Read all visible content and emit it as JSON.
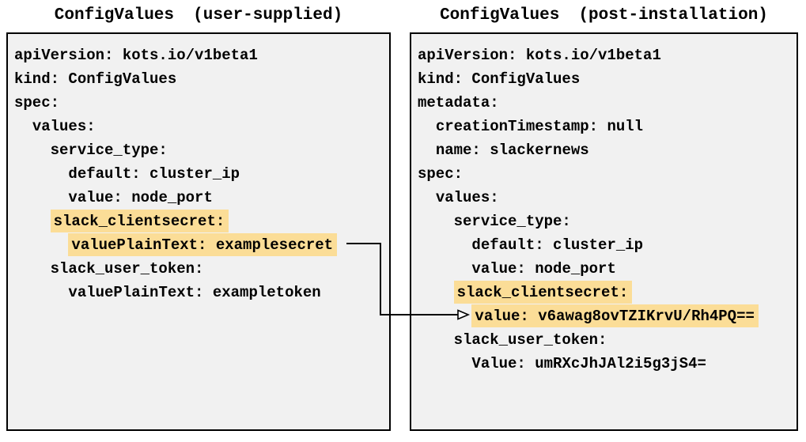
{
  "colors": {
    "highlight": "#fbdd97",
    "panel_bg": "#f1f1f1",
    "panel_border": "#000000",
    "text": "#000000",
    "arrow": "#000000"
  },
  "panels": [
    {
      "id": "user-supplied",
      "title": "ConfigValues (user-supplied)",
      "lines": [
        {
          "indent": "",
          "text": "apiVersion: kots.io/v1beta1",
          "highlighted": false
        },
        {
          "indent": "",
          "text": "kind: ConfigValues",
          "highlighted": false
        },
        {
          "indent": "",
          "text": "spec:",
          "highlighted": false
        },
        {
          "indent": "  ",
          "text": "values:",
          "highlighted": false
        },
        {
          "indent": "    ",
          "text": "service_type:",
          "highlighted": false
        },
        {
          "indent": "      ",
          "text": "default: cluster_ip",
          "highlighted": false
        },
        {
          "indent": "      ",
          "text": "value: node_port",
          "highlighted": false
        },
        {
          "indent": "    ",
          "text": "slack_clientsecret:",
          "highlighted": true
        },
        {
          "indent": "      ",
          "text": "valuePlainText: examplesecret",
          "highlighted": true
        },
        {
          "indent": "    ",
          "text": "slack_user_token:",
          "highlighted": false
        },
        {
          "indent": "      ",
          "text": "valuePlainText: exampletoken",
          "highlighted": false
        }
      ]
    },
    {
      "id": "post-installation",
      "title": "ConfigValues (post-installation)",
      "lines": [
        {
          "indent": "",
          "text": "apiVersion: kots.io/v1beta1",
          "highlighted": false
        },
        {
          "indent": "",
          "text": "kind: ConfigValues",
          "highlighted": false
        },
        {
          "indent": "",
          "text": "metadata:",
          "highlighted": false
        },
        {
          "indent": "  ",
          "text": "creationTimestamp: null",
          "highlighted": false
        },
        {
          "indent": "  ",
          "text": "name: slackernews",
          "highlighted": false
        },
        {
          "indent": "",
          "text": "spec:",
          "highlighted": false
        },
        {
          "indent": "  ",
          "text": "values:",
          "highlighted": false
        },
        {
          "indent": "    ",
          "text": "service_type:",
          "highlighted": false
        },
        {
          "indent": "      ",
          "text": "default: cluster_ip",
          "highlighted": false
        },
        {
          "indent": "      ",
          "text": "value: node_port",
          "highlighted": false
        },
        {
          "indent": "    ",
          "text": "slack_clientsecret:",
          "highlighted": true
        },
        {
          "indent": "      ",
          "text": "value: v6awag8ovTZIKrvU/Rh4PQ==",
          "highlighted": true
        },
        {
          "indent": "    ",
          "text": "slack_user_token:",
          "highlighted": false
        },
        {
          "indent": "      ",
          "text": "Value: umRXcJhJAl2i5g3jS4=",
          "highlighted": false
        }
      ]
    }
  ],
  "arrow": {
    "from_line": "valuePlainText: examplesecret",
    "to_line": "value: v6awag8ovTZIKrvU/Rh4PQ=="
  }
}
